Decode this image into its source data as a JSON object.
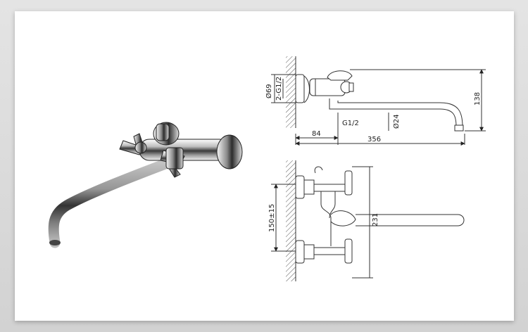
{
  "colors": {
    "line": "#333333",
    "chrome_dark": "#2b2b2b",
    "chrome_light": "#e8e8e8",
    "background": "#ffffff"
  },
  "top_view": {
    "dia_flange": "Ø69",
    "thread_inlet": "2-G1/2",
    "height_total": "138",
    "thread_outlet": "G1/2",
    "dia_spout": "Ø24",
    "depth_offset": "84",
    "spout_length": "356"
  },
  "front_view": {
    "inlet_spacing": "150±15",
    "spout_height": "231"
  }
}
